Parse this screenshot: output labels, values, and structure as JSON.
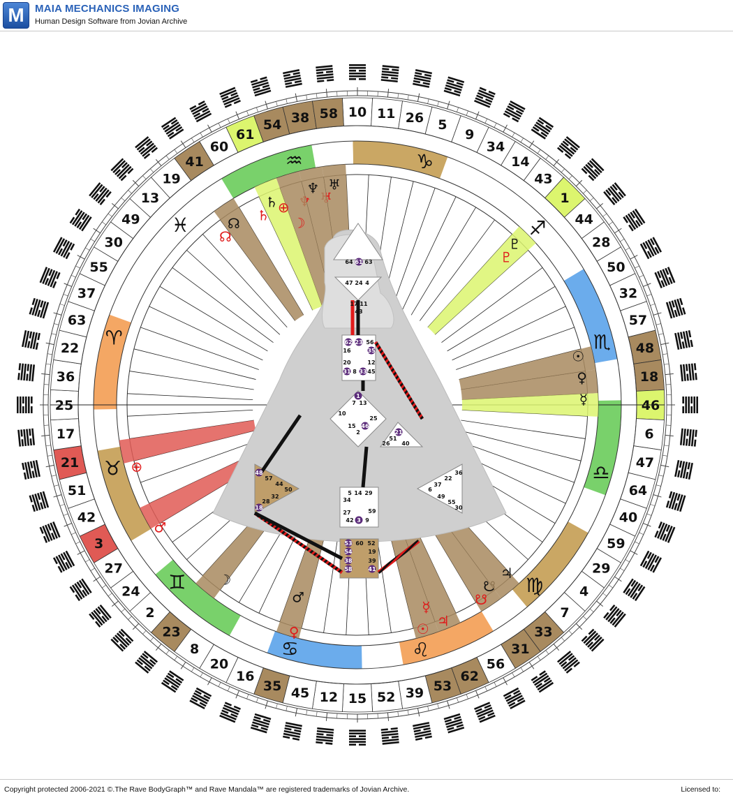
{
  "header": {
    "logo_letter": "M",
    "title": "MAIA MECHANICS IMAGING",
    "subtitle": "Human Design Software from Jovian Archive"
  },
  "wheel": {
    "gates": [
      "10",
      "11",
      "26",
      "5",
      "9",
      "34",
      "14",
      "43",
      "1",
      "44",
      "28",
      "50",
      "32",
      "57",
      "48",
      "18",
      "46",
      "6",
      "47",
      "64",
      "40",
      "59",
      "29",
      "4",
      "7",
      "33",
      "31",
      "56",
      "62",
      "53",
      "39",
      "52",
      "15",
      "12",
      "45",
      "35",
      "16",
      "20",
      "8",
      "23",
      "2",
      "24",
      "27",
      "3",
      "42",
      "51",
      "21",
      "17",
      "25",
      "36",
      "22",
      "63",
      "37",
      "55",
      "30",
      "49",
      "13",
      "19",
      "41",
      "60",
      "61",
      "54",
      "38",
      "58"
    ],
    "highlighted_gates": {
      "1": "#dcf56e",
      "61": "#dcf56e",
      "46": "#dcf56e",
      "3": "#e05a55",
      "21": "#e05a55",
      "41": "#a88a5f",
      "54": "#a88a5f",
      "38": "#a88a5f",
      "58": "#a88a5f",
      "48": "#a88a5f",
      "18": "#a88a5f",
      "33": "#a88a5f",
      "31": "#a88a5f",
      "62": "#a88a5f",
      "53": "#a88a5f",
      "35": "#a88a5f",
      "23": "#a88a5f"
    },
    "zodiac": [
      {
        "name": "capricorn-icon",
        "glyph": "♑",
        "color": "#b88a30"
      },
      {
        "name": "sagittarius-icon",
        "glyph": "♐",
        "color": "#ffffff"
      },
      {
        "name": "scorpio-icon",
        "glyph": "♏",
        "color": "#3a90e6"
      },
      {
        "name": "libra-icon",
        "glyph": "♎",
        "color": "#4cc23a"
      },
      {
        "name": "virgo-icon",
        "glyph": "♍",
        "color": "#b88a30"
      },
      {
        "name": "leo-icon",
        "glyph": "♌",
        "color": "#f08a30"
      },
      {
        "name": "cancer-icon",
        "glyph": "♋",
        "color": "#3a90e6"
      },
      {
        "name": "gemini-icon",
        "glyph": "♊",
        "color": "#4cc23a"
      },
      {
        "name": "taurus-icon",
        "glyph": "♉",
        "color": "#b88a30"
      },
      {
        "name": "aries-icon",
        "glyph": "♈",
        "color": "#f08a30"
      },
      {
        "name": "pisces-icon",
        "glyph": "♓",
        "color": "#ffffff"
      },
      {
        "name": "aquarius-icon",
        "glyph": "♒",
        "color": "#4cc23a"
      }
    ],
    "planets": [
      {
        "name": "uranus-icon",
        "glyph": "♅",
        "gate": "58",
        "black": true,
        "red": true
      },
      {
        "name": "neptune-icon",
        "glyph": "♆",
        "gate": "38",
        "black": true,
        "red": true
      },
      {
        "name": "saturn-icon",
        "glyph": "♄",
        "gate": "61",
        "black": true,
        "red": true
      },
      {
        "name": "earth-icon",
        "glyph": "⊕",
        "gate": "54",
        "red": true
      },
      {
        "name": "moon-icon",
        "glyph": "☽",
        "gate": "54",
        "red": true
      },
      {
        "name": "north-node-icon",
        "glyph": "☊",
        "gate": "41",
        "black": true,
        "red": true
      },
      {
        "name": "pluto-icon",
        "glyph": "♇",
        "gate": "1",
        "black": true,
        "red": true
      },
      {
        "name": "sun-icon",
        "glyph": "☉",
        "gate": "48",
        "black": true
      },
      {
        "name": "venus-icon",
        "glyph": "♀",
        "gate": "18",
        "black": true
      },
      {
        "name": "mercury-icon",
        "glyph": "☿",
        "gate": "46",
        "black": true
      },
      {
        "name": "earth-icon",
        "glyph": "⊕",
        "gate": "21",
        "red": true
      },
      {
        "name": "mars-icon",
        "glyph": "♂",
        "gate": "3",
        "red": true
      },
      {
        "name": "moon-icon",
        "glyph": "☽",
        "gate": "23",
        "black": true
      },
      {
        "name": "venus-icon",
        "glyph": "♀",
        "gate": "35",
        "red": true
      },
      {
        "name": "mars-icon",
        "glyph": "♂",
        "gate": "35",
        "black": true
      },
      {
        "name": "sun-icon",
        "glyph": "☉",
        "gate": "53",
        "red": true
      },
      {
        "name": "jupiter-icon",
        "glyph": "♃",
        "gate": "62",
        "red": true
      },
      {
        "name": "mercury-icon",
        "glyph": "☿",
        "gate": "62",
        "red": true
      },
      {
        "name": "south-node-icon",
        "glyph": "☋",
        "gate": "31",
        "black": true,
        "red": true
      },
      {
        "name": "jupiter-icon",
        "glyph": "♃",
        "gate": "33",
        "black": true
      }
    ]
  },
  "bodygraph": {
    "head": [
      "64",
      "61",
      "63"
    ],
    "ajna_top": [
      "47",
      "24",
      "4"
    ],
    "ajna_bottom": [
      "17",
      "11",
      "43"
    ],
    "throat": [
      "62",
      "23",
      "56",
      "16",
      "35",
      "20",
      "31",
      "8",
      "33",
      "12",
      "45"
    ],
    "g_center": [
      "1",
      "7",
      "13",
      "10",
      "15",
      "46",
      "2",
      "25"
    ],
    "ego": [
      "21",
      "51",
      "26",
      "40"
    ],
    "sacral": [
      "5",
      "14",
      "29",
      "34",
      "27",
      "42",
      "3",
      "9",
      "59"
    ],
    "root": [
      "53",
      "60",
      "52",
      "54",
      "19",
      "38",
      "39",
      "58",
      "41"
    ],
    "spleen": [
      "48",
      "57",
      "44",
      "28",
      "32",
      "50",
      "18"
    ],
    "solar_plexus": [
      "36",
      "22",
      "37",
      "6",
      "49",
      "55",
      "30"
    ]
  },
  "footer": {
    "copyright": "Copyright protected 2006-2021 ©.The Rave BodyGraph™ and Rave Mandala™ are registered trademarks of Jovian Archive.",
    "licensed": "Licensed to:"
  }
}
